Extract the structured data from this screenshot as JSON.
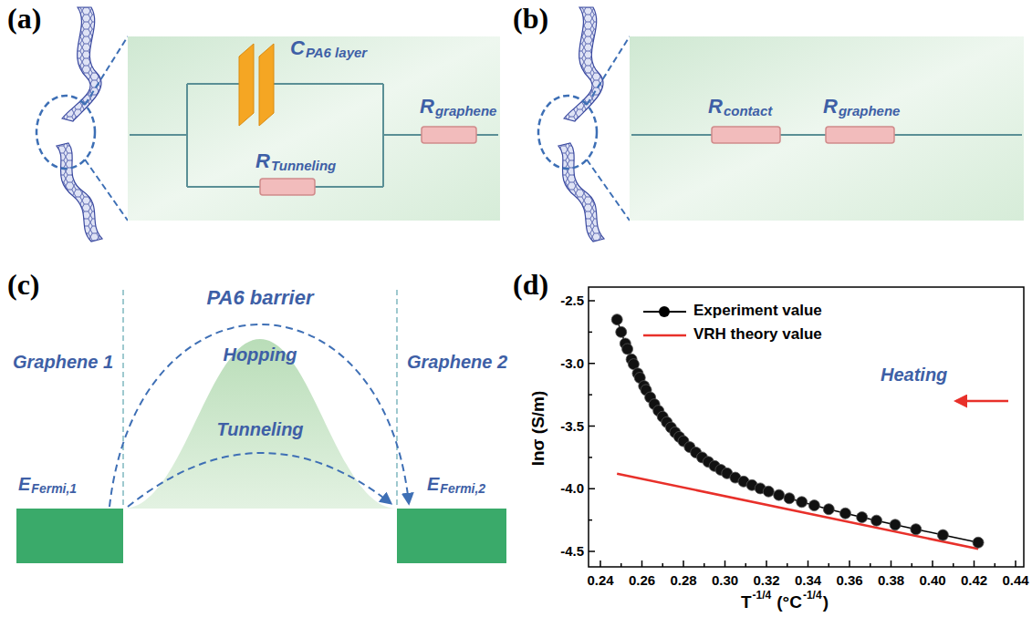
{
  "diagram": {
    "labels": [
      "(a)",
      "(b)",
      "(c)",
      "(d)",
      "C",
      "PA6 layer",
      "R",
      "Tunneling",
      "R",
      "graphene",
      "R",
      "contact",
      "R",
      "graphene",
      "PA6 barrier",
      "Graphene 1",
      "Graphene 2",
      "Hopping",
      "Tunneling",
      "E",
      "Fermi,1",
      "E",
      "Fermi,2",
      "-2.5",
      "-3.0",
      "-3.5",
      "-4.0",
      "-4.5",
      "0.24",
      "0.26",
      "0.28",
      "0.30",
      "0.32",
      "0.34",
      "0.36",
      "0.38",
      "0.40",
      "0.42",
      "0.44",
      "Heating",
      "lnσ (S/m)",
      "T",
      "-1/4",
      "(°C",
      "-1/4",
      ")"
    ],
    "legend": [
      {
        "text": "Experiment value"
      },
      {
        "text": "VRH theory value"
      }
    ]
  }
}
